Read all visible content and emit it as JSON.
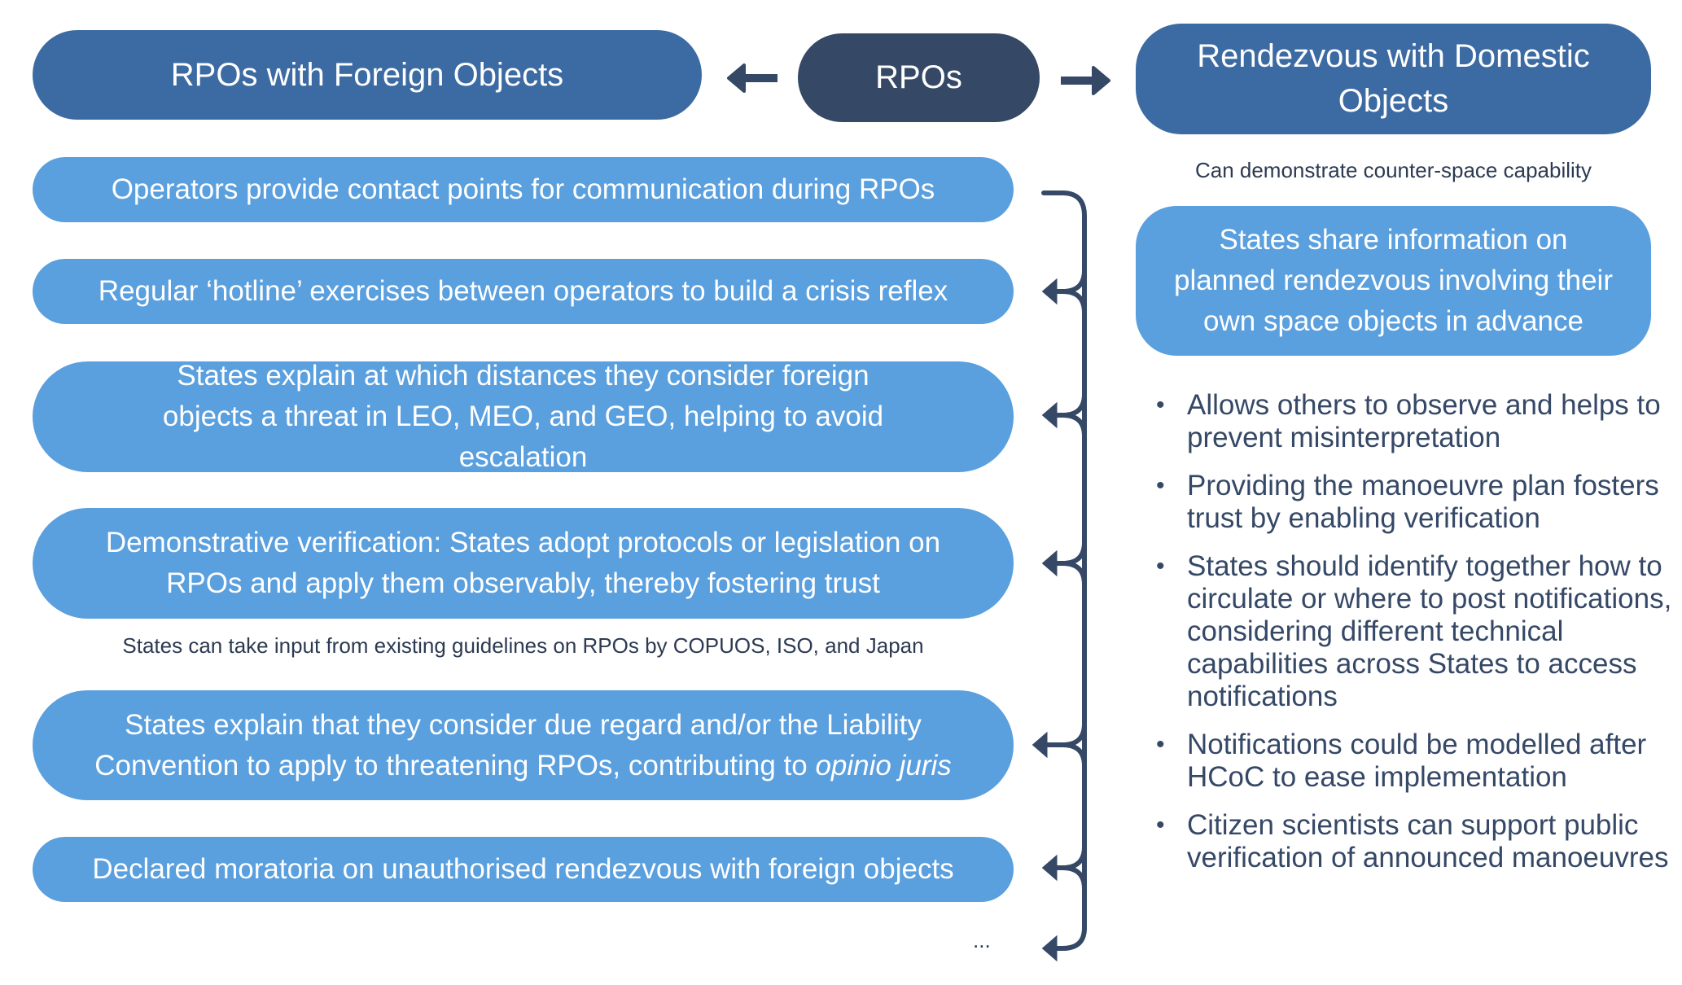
{
  "colors": {
    "header_blue": "#3c6aa2",
    "core_navy": "#354866",
    "item_blue": "#5a9fde",
    "text_dark": "#354866"
  },
  "headers": {
    "left": "RPOs with Foreign Objects",
    "center": "RPOs",
    "right": "Rendezvous with Domestic Objects"
  },
  "left_items": [
    {
      "text": "Operators provide contact points for communication during RPOs"
    },
    {
      "text": "Regular ‘hotline’ exercises between operators to build a crisis reflex"
    },
    {
      "text": "States explain at which distances they consider foreign objects a threat in LEO, MEO, and GEO, helping to avoid escalation"
    },
    {
      "text": "Demonstrative verification: States adopt protocols or legislation on RPOs and apply them observably, thereby fostering trust"
    },
    {
      "text_before": "States explain that they consider due regard and/or the Liability Convention to apply to threatening RPOs, contributing to ",
      "text_italic": "opinio juris"
    },
    {
      "text": "Declared moratoria on unauthorised rendezvous with foreign objects"
    }
  ],
  "left_caption": "States can take input from existing guidelines on RPOs by COPUOS, ISO, and Japan",
  "ellipsis": "...",
  "right": {
    "caption": "Can demonstrate counter-space capability",
    "box": "States share information on planned rendezvous involving their own space objects in advance",
    "bullet_glyph": "•",
    "bullets": [
      "Allows others to observe and helps to prevent misinterpretation",
      "Providing the manoeuvre plan fosters trust by enabling verification",
      "States should identify together how to circulate or where to post notifications, considering different technical capabilities across States to access notifications",
      "Notifications could be modelled after HCoC to ease implementation",
      "Citizen scientists can support public verification of announced manoeuvres"
    ]
  },
  "icons": {
    "left_arrow": "arrow-left-icon",
    "right_arrow": "arrow-right-icon",
    "bracket": "bracket-connector-icon"
  }
}
